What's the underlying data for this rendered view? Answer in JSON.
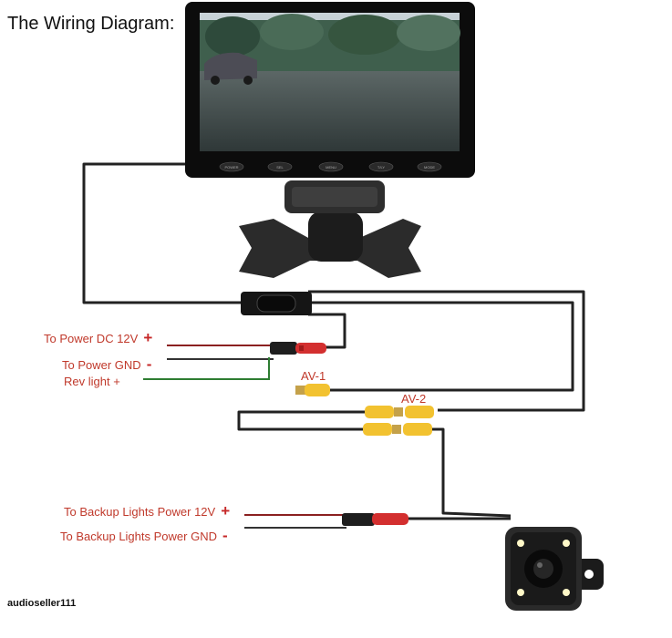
{
  "title": "The Wiring Diagram:",
  "labels": {
    "power_12v": "To Power DC 12V",
    "power_12v_symbol": "+",
    "power_gnd": "To Power GND",
    "power_gnd_symbol": "-",
    "rev_light": "Rev light +",
    "av1": "AV-1",
    "av2": "AV-2",
    "backup_12v": "To Backup Lights Power 12V",
    "backup_12v_symbol": "+",
    "backup_gnd": "To Backup Lights Power GND",
    "backup_gnd_symbol": "-"
  },
  "monitor": {
    "buttons": [
      "POWER",
      "SEL",
      "MENU",
      "T/LY",
      "MODE"
    ]
  },
  "watermark": "audioseller111",
  "colors": {
    "wire": "#222222",
    "red_wire": "#8b2020",
    "green_wire": "#2e7d32",
    "label_red": "#c0392b",
    "rca_yellow": "#f2c230",
    "rca_red": "#d32f2f"
  }
}
